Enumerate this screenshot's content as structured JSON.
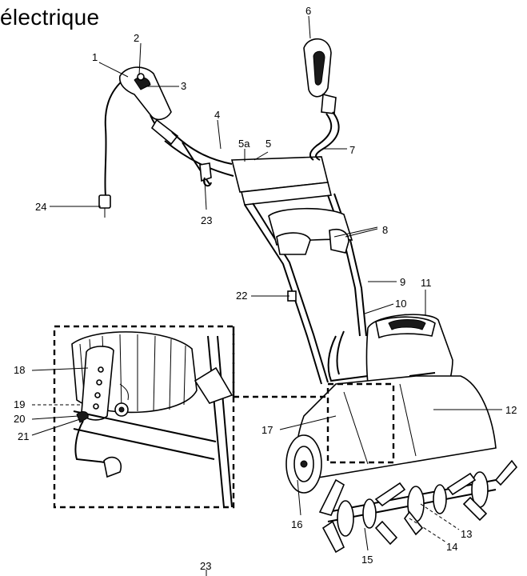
{
  "title": "électrique",
  "labels": {
    "l1": "1",
    "l2": "2",
    "l3": "3",
    "l4": "4",
    "l5": "5",
    "l5a": "5a",
    "l6": "6",
    "l7": "7",
    "l8": "8",
    "l9": "9",
    "l10": "10",
    "l11": "11",
    "l12": "12",
    "l13": "13",
    "l14": "14",
    "l15": "15",
    "l16": "16",
    "l17": "17",
    "l18": "18",
    "l19": "19",
    "l20": "20",
    "l21": "21",
    "l22": "22",
    "l23": "23",
    "l24": "24",
    "l23b": "23"
  }
}
